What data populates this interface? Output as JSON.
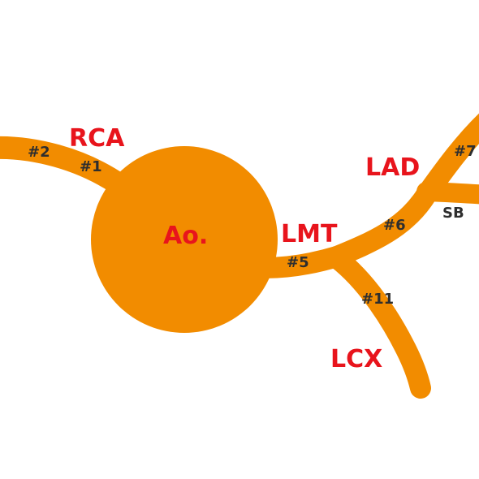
{
  "colors": {
    "vessel": "#F28C00",
    "major_label": "#E8141C",
    "segment_label": "#2E2E2E",
    "background": "#FFFFFF"
  },
  "labels": {
    "aorta": "Ao.",
    "rca": "RCA",
    "lmt": "LMT",
    "lad": "LAD",
    "lcx": "LCX"
  },
  "segments": {
    "seg1": "#1",
    "seg2": "#2",
    "seg5": "#5",
    "seg6": "#6",
    "seg7": "#7",
    "seg11": "#11",
    "sb": "SB"
  }
}
